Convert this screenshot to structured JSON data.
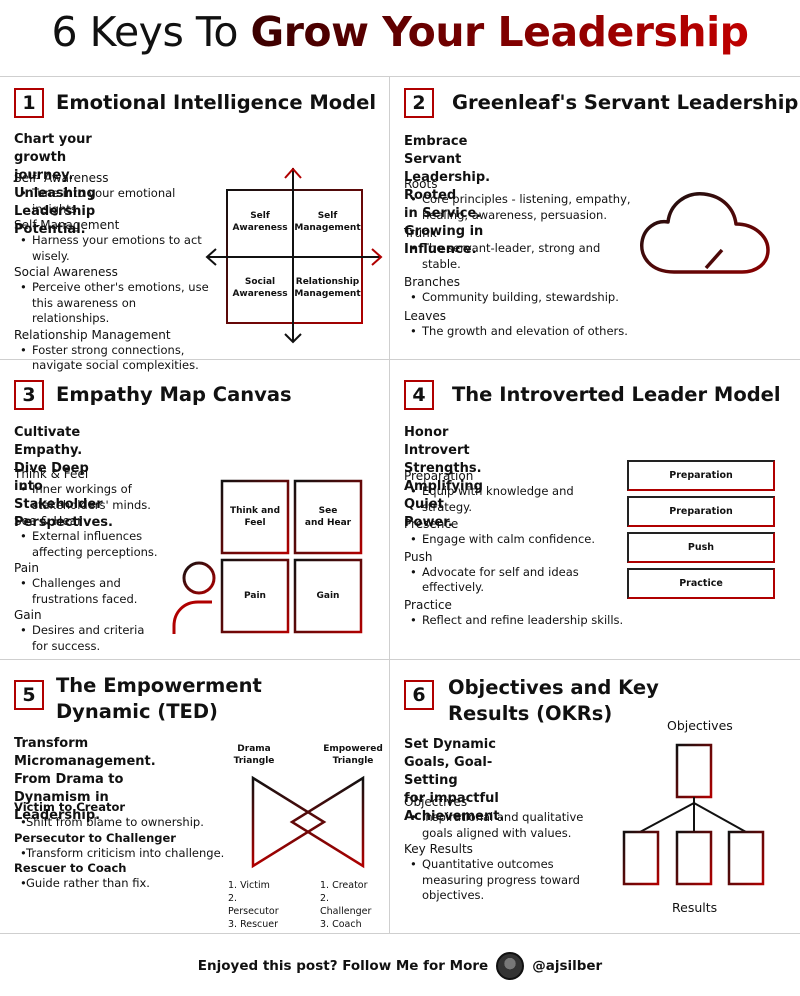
{
  "title": {
    "part1": "6 Keys To ",
    "part2": "Grow Your Leadership"
  },
  "panels": [
    {
      "num": "1",
      "title": "Emotional Intelligence Model",
      "subtitle_l1": "Chart your growth journey.",
      "subtitle_l2": "Unleashing Leadership Potential.",
      "items": [
        {
          "head": "Self- Awareness",
          "text": [
            "Tune into your emotional",
            "insights."
          ]
        },
        {
          "head": "Self-Management",
          "text": [
            "Harness your emotions to act",
            "wisely."
          ]
        },
        {
          "head": "Social Awareness",
          "text": [
            "Perceive other's emotions, use",
            "this awareness on relationships."
          ]
        },
        {
          "head": "Relationship Management",
          "text": [
            "Foster strong connections,",
            "navigate social complexities."
          ]
        }
      ],
      "quadrants": [
        {
          "l1": "Self",
          "l2": "Awareness"
        },
        {
          "l1": "Self",
          "l2": "Management"
        },
        {
          "l1": "Social",
          "l2": "Awareness"
        },
        {
          "l1": "Relationship",
          "l2": "Management"
        }
      ]
    },
    {
      "num": "2",
      "title": "Greenleaf's Servant Leadership",
      "subtitle_l1": "Embrace Servant Leadership. Rooted",
      "subtitle_l2": "in Service. Growing in Influence.",
      "items": [
        {
          "head": "Roots",
          "text": [
            "Core principles - listening, empathy,",
            "healing, awareness, persuasion."
          ]
        },
        {
          "head": "Trunk",
          "text": [
            "The servant-leader, strong and",
            "stable."
          ]
        },
        {
          "head": "Branches",
          "text": [
            "Community building, stewardship."
          ]
        },
        {
          "head": "Leaves",
          "text": [
            "The growth and elevation of others."
          ]
        }
      ]
    },
    {
      "num": "3",
      "title": "Empathy Map Canvas",
      "subtitle_l1": "Cultivate Empathy. Dive Deep",
      "subtitle_l2": "into Stakeholder Perspectives.",
      "items": [
        {
          "head": "Think & Feel",
          "text": [
            "Inner workings of",
            "stakeholders' minds."
          ]
        },
        {
          "head": "See & Hear",
          "text": [
            "External influences",
            "affecting perceptions."
          ]
        },
        {
          "head": "Pain",
          "text": [
            "Challenges and",
            "frustrations faced."
          ]
        },
        {
          "head": "Gain",
          "text": [
            "Desires and criteria",
            "for success."
          ]
        }
      ],
      "boxes": [
        {
          "l1": "Think and",
          "l2": "Feel"
        },
        {
          "l1": "See",
          "l2": "and Hear"
        },
        {
          "l1": "Pain",
          "l2": ""
        },
        {
          "l1": "Gain",
          "l2": ""
        }
      ]
    },
    {
      "num": "4",
      "title": "The Introverted Leader Model",
      "subtitle_l1": "Honor Introvert Strengths.",
      "subtitle_l2": "Amplifying Quiet Power.",
      "items": [
        {
          "head": "Preparation",
          "text": [
            "Equip with knowledge and",
            "strategy."
          ]
        },
        {
          "head": "Presence",
          "text": [
            "Engage with calm confidence."
          ]
        },
        {
          "head": "Push",
          "text": [
            "Advocate for self and ideas",
            "effectively."
          ]
        },
        {
          "head": "Practice",
          "text": [
            "Reflect and refine leadership skills."
          ]
        }
      ],
      "stack": [
        "Preparation",
        "Preparation",
        "Push",
        "Practice"
      ]
    },
    {
      "num": "5",
      "title_l1": "The Empowerment",
      "title_l2": "Dynamic (TED)",
      "subtitle_l1": "Transform Micromanagement.",
      "subtitle_l2": "From Drama to Dynamism in",
      "subtitle_l3": "Leadership.",
      "items": [
        {
          "head": "Victim to Creator",
          "text": [
            "Shift from blame to ownership."
          ]
        },
        {
          "head": "Persecutor to Challenger",
          "text": [
            "Transform criticism into challenge."
          ]
        },
        {
          "head": "Rescuer to Coach",
          "text": [
            "Guide rather than fix."
          ]
        }
      ],
      "drama_l1": "Drama",
      "drama_l2": "Triangle",
      "emp_l1": "Empowered",
      "emp_l2": "Triangle",
      "drama_list": [
        "1. Victim",
        "2. Persecutor",
        "3. Rescuer"
      ],
      "emp_list": [
        "1. Creator",
        "2. Challenger",
        "3. Coach"
      ]
    },
    {
      "num": "6",
      "title_l1": "Objectives and Key",
      "title_l2": "Results (OKRs)",
      "subtitle_l1": "Set Dynamic Goals, Goal-Setting",
      "subtitle_l2": "for impactful Achievement.",
      "items": [
        {
          "head": "Objectives",
          "text": [
            "Inspirational and qualitative",
            "goals aligned with values."
          ]
        },
        {
          "head": "Key Results",
          "text": [
            "Quantitative outcomes",
            "measuring progress toward",
            "objectives."
          ]
        }
      ],
      "label_top": "Objectives",
      "label_bottom": "Results"
    }
  ],
  "footer": {
    "text": "Enjoyed this post? Follow Me for More",
    "handle": "@ajsilber"
  },
  "colors": {
    "accent": "#b00000",
    "dark": "#111111",
    "divider": "#cfcfcf"
  }
}
